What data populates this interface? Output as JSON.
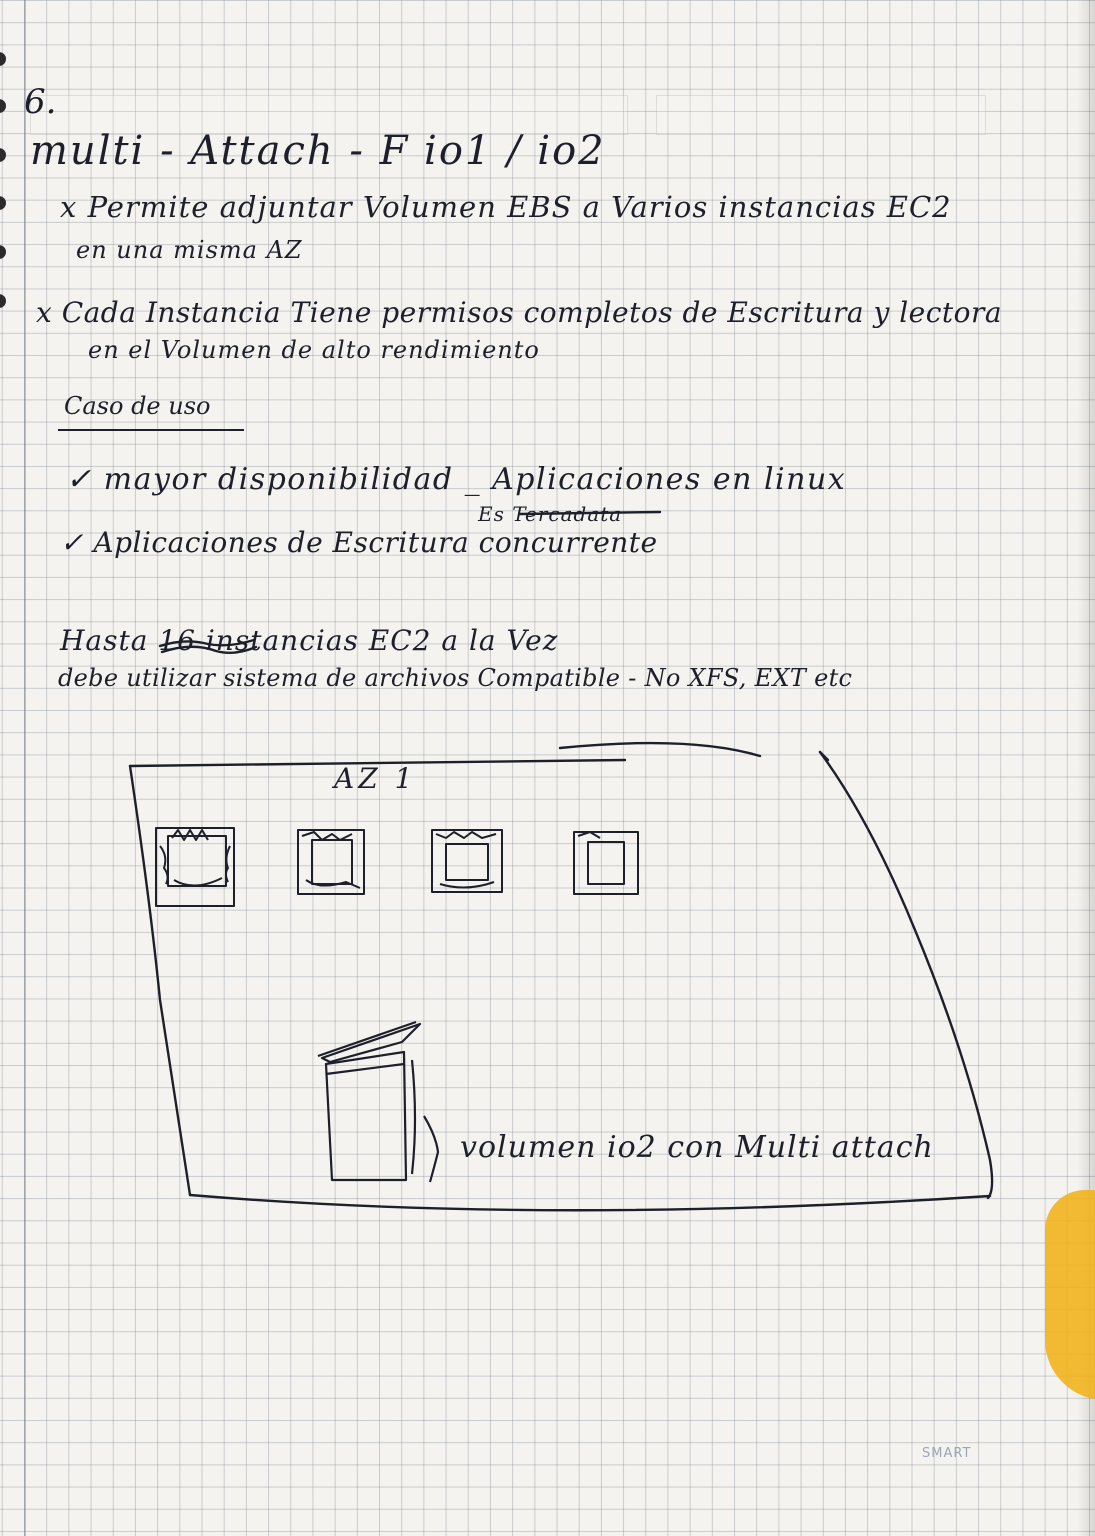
{
  "note": {
    "number": "6.",
    "title": "multi - Attach  -  F  io1  / io2",
    "point1_line1": "x  Permite  adjuntar  Volumen  EBS  a  Varios  instancias  EC2",
    "point1_line2": "en una misma AZ",
    "point2_line1": "x  Cada Instancia  Tiene  permisos  completos  de  Escritura  y  lectora",
    "point2_line2": "en el  Volumen  de  alto  rendimiento",
    "use_case_heading": "Caso de uso",
    "use_case_1": "✓  mayor  disponibilidad  _  Aplicaciones  en  linux",
    "use_case_1_sub": "Es  Tercadata",
    "use_case_2": "✓  Aplicaciones  de  Escritura  concurrente",
    "hasta_line": "Hasta  16  instancias  EC2  a  la  Vez",
    "debe_line": "debe  utilizar  sistema  de archivos  Compatible  -  No  XFS, EXT  etc"
  },
  "sketch": {
    "zone_label": "AZ  1",
    "instance_count": 4,
    "volume_label": "volumen  io2  con  Multi attach"
  },
  "footer": {
    "brand": "SMART"
  }
}
